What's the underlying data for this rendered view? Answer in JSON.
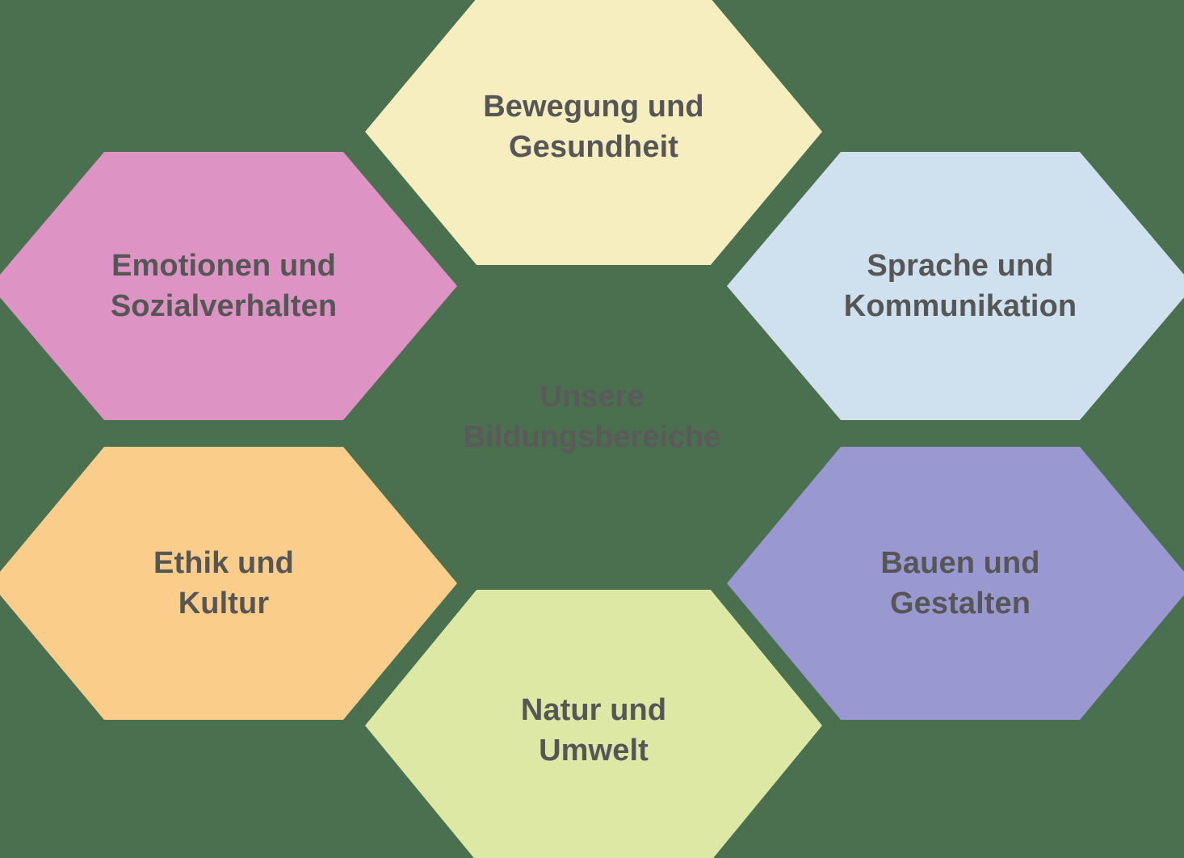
{
  "diagram": {
    "center_caption": "Unsere\nBildungsbereiche",
    "background_color": "#4a7050",
    "text_color": "#565656",
    "hexagons": [
      {
        "id": "bewegung-gesundheit",
        "label": "Bewegung und\nGesundheit",
        "color": "#f7eebf",
        "position": "top-center"
      },
      {
        "id": "emotionen-sozialverhalten",
        "label": "Emotionen und\nSozialverhalten",
        "color": "#dd94c4",
        "position": "upper-left"
      },
      {
        "id": "sprache-kommunikation",
        "label": "Sprache und\nKommunikation",
        "color": "#cfe0ef",
        "position": "upper-right"
      },
      {
        "id": "ethik-kultur",
        "label": "Ethik und\nKultur",
        "color": "#fbcd8b",
        "position": "lower-left"
      },
      {
        "id": "bauen-gestalten",
        "label": "Bauen und\nGestalten",
        "color": "#9a98d0",
        "position": "lower-right"
      },
      {
        "id": "natur-umwelt",
        "label": "Natur und\nUmwelt",
        "color": "#dce8a4",
        "position": "bottom-center"
      }
    ]
  }
}
